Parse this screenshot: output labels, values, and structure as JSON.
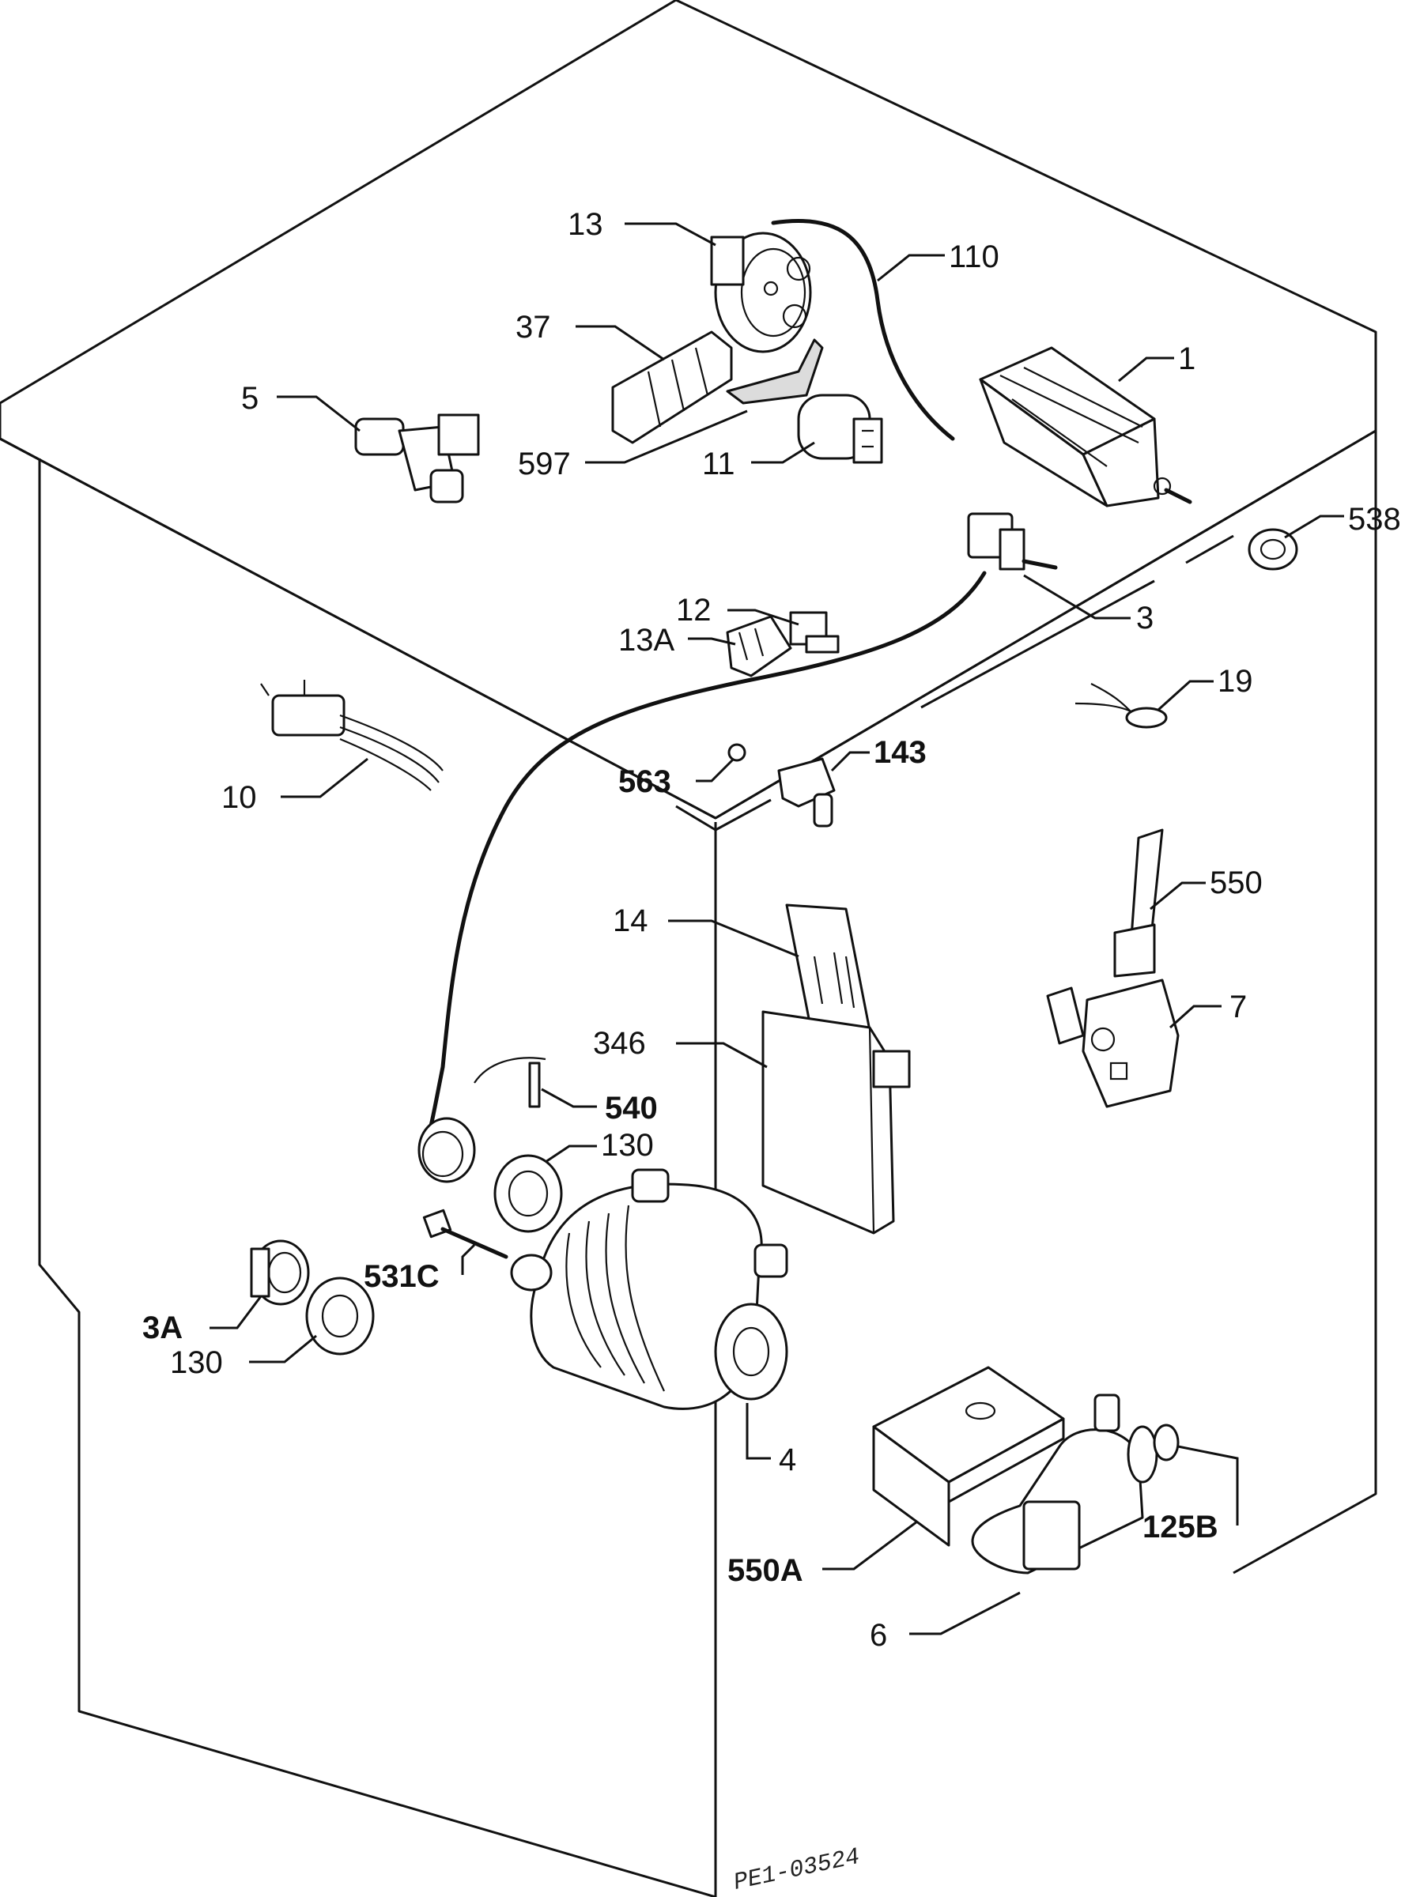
{
  "drawing_ref": "PE1-03524",
  "callouts": [
    {
      "id": "1",
      "label": "1"
    },
    {
      "id": "3",
      "label": "3"
    },
    {
      "id": "3a",
      "label": "3A"
    },
    {
      "id": "4",
      "label": "4"
    },
    {
      "id": "5",
      "label": "5"
    },
    {
      "id": "6",
      "label": "6"
    },
    {
      "id": "7",
      "label": "7"
    },
    {
      "id": "10",
      "label": "10"
    },
    {
      "id": "11",
      "label": "11"
    },
    {
      "id": "12",
      "label": "12"
    },
    {
      "id": "13",
      "label": "13"
    },
    {
      "id": "13a",
      "label": "13A"
    },
    {
      "id": "14",
      "label": "14"
    },
    {
      "id": "19",
      "label": "19"
    },
    {
      "id": "37",
      "label": "37"
    },
    {
      "id": "110",
      "label": "110"
    },
    {
      "id": "125b",
      "label": "125B"
    },
    {
      "id": "130-upper",
      "label": "130"
    },
    {
      "id": "130-lower",
      "label": "130"
    },
    {
      "id": "143",
      "label": "143"
    },
    {
      "id": "346",
      "label": "346"
    },
    {
      "id": "531c",
      "label": "531C"
    },
    {
      "id": "538",
      "label": "538"
    },
    {
      "id": "540",
      "label": "540"
    },
    {
      "id": "550",
      "label": "550"
    },
    {
      "id": "550a",
      "label": "550A"
    },
    {
      "id": "563",
      "label": "563"
    },
    {
      "id": "597",
      "label": "597"
    }
  ]
}
